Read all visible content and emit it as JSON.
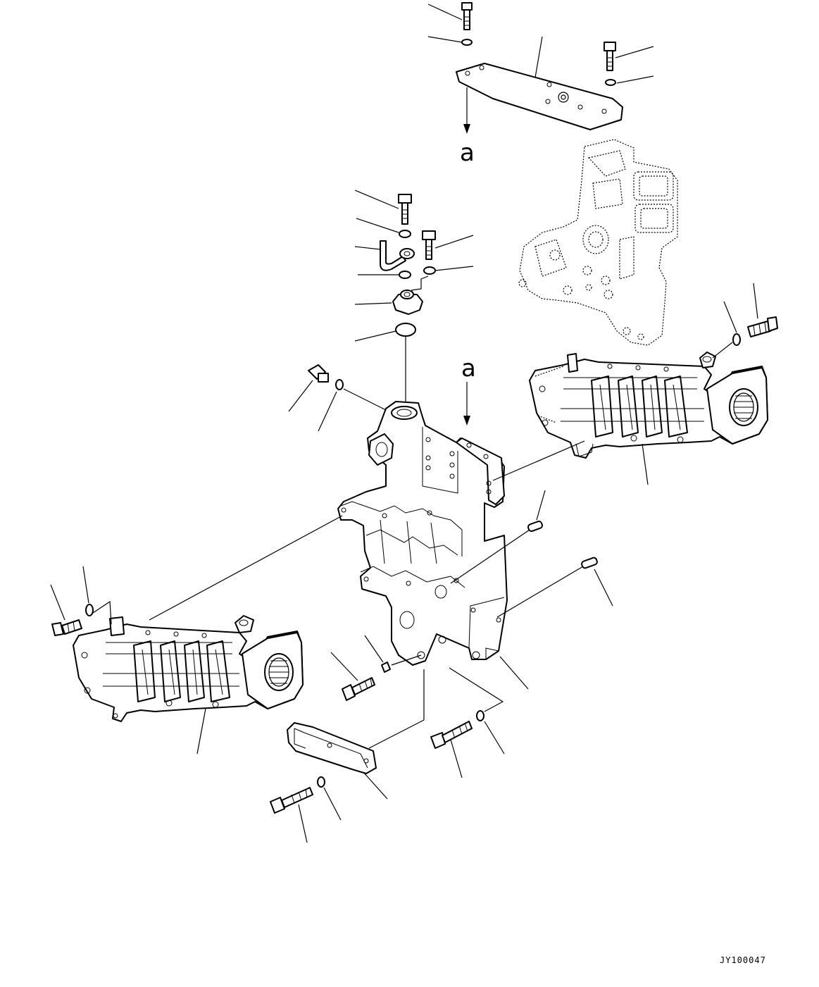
{
  "diagram": {
    "reference_label_top": "a",
    "reference_label_middle": "a",
    "drawing_code": "JY100047"
  }
}
